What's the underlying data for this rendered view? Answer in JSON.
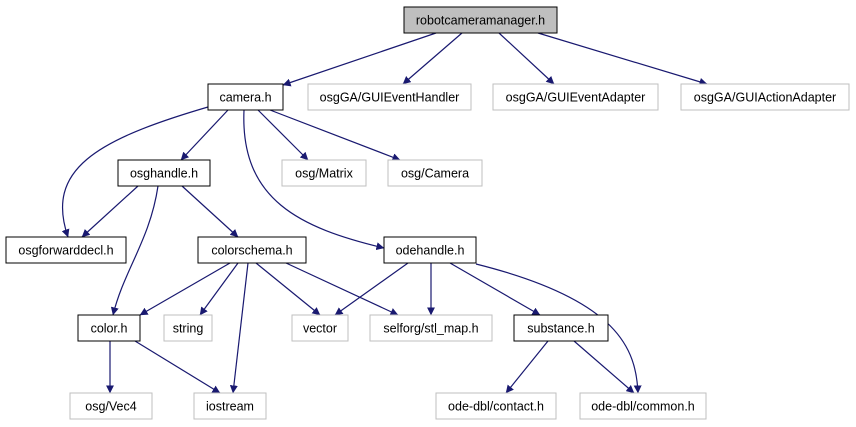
{
  "colors": {
    "edge": "#191970",
    "box_local": "#000000",
    "box_external": "#bfbfbf",
    "root_fill": "#bfbfbf",
    "text": "#000000"
  },
  "nodes": [
    {
      "id": "robotcameramanager",
      "label": "robotcameramanager.h",
      "kind": "root"
    },
    {
      "id": "camera",
      "label": "camera.h",
      "kind": "local"
    },
    {
      "id": "guieventhandler",
      "label": "osgGA/GUIEventHandler",
      "kind": "external"
    },
    {
      "id": "guieventadapter",
      "label": "osgGA/GUIEventAdapter",
      "kind": "external"
    },
    {
      "id": "guiactionadapter",
      "label": "osgGA/GUIActionAdapter",
      "kind": "external"
    },
    {
      "id": "osghandle",
      "label": "osghandle.h",
      "kind": "local"
    },
    {
      "id": "matrix",
      "label": "osg/Matrix",
      "kind": "external"
    },
    {
      "id": "osgcamera",
      "label": "osg/Camera",
      "kind": "external"
    },
    {
      "id": "osgforwarddecl",
      "label": "osgforwarddecl.h",
      "kind": "local"
    },
    {
      "id": "colorschema",
      "label": "colorschema.h",
      "kind": "local"
    },
    {
      "id": "odehandle",
      "label": "odehandle.h",
      "kind": "local"
    },
    {
      "id": "color",
      "label": "color.h",
      "kind": "local"
    },
    {
      "id": "string",
      "label": "string",
      "kind": "external"
    },
    {
      "id": "vector",
      "label": "vector",
      "kind": "external"
    },
    {
      "id": "stlmap",
      "label": "selforg/stl_map.h",
      "kind": "external"
    },
    {
      "id": "substance",
      "label": "substance.h",
      "kind": "local"
    },
    {
      "id": "vec4",
      "label": "osg/Vec4",
      "kind": "external"
    },
    {
      "id": "iostream",
      "label": "iostream",
      "kind": "external"
    },
    {
      "id": "contact",
      "label": "ode-dbl/contact.h",
      "kind": "external"
    },
    {
      "id": "common",
      "label": "ode-dbl/common.h",
      "kind": "external"
    }
  ],
  "edges": [
    {
      "from": "robotcameramanager",
      "to": "camera"
    },
    {
      "from": "robotcameramanager",
      "to": "guieventhandler"
    },
    {
      "from": "robotcameramanager",
      "to": "guieventadapter"
    },
    {
      "from": "robotcameramanager",
      "to": "guiactionadapter"
    },
    {
      "from": "camera",
      "to": "osgforwarddecl"
    },
    {
      "from": "camera",
      "to": "osghandle"
    },
    {
      "from": "camera",
      "to": "matrix"
    },
    {
      "from": "camera",
      "to": "osgcamera"
    },
    {
      "from": "camera",
      "to": "odehandle"
    },
    {
      "from": "osghandle",
      "to": "osgforwarddecl"
    },
    {
      "from": "osghandle",
      "to": "color"
    },
    {
      "from": "osghandle",
      "to": "colorschema"
    },
    {
      "from": "colorschema",
      "to": "color"
    },
    {
      "from": "colorschema",
      "to": "string"
    },
    {
      "from": "colorschema",
      "to": "iostream"
    },
    {
      "from": "colorschema",
      "to": "vector"
    },
    {
      "from": "colorschema",
      "to": "stlmap"
    },
    {
      "from": "odehandle",
      "to": "vector"
    },
    {
      "from": "odehandle",
      "to": "stlmap"
    },
    {
      "from": "odehandle",
      "to": "substance"
    },
    {
      "from": "odehandle",
      "to": "common"
    },
    {
      "from": "color",
      "to": "vec4"
    },
    {
      "from": "color",
      "to": "iostream"
    },
    {
      "from": "substance",
      "to": "contact"
    },
    {
      "from": "substance",
      "to": "common"
    }
  ]
}
